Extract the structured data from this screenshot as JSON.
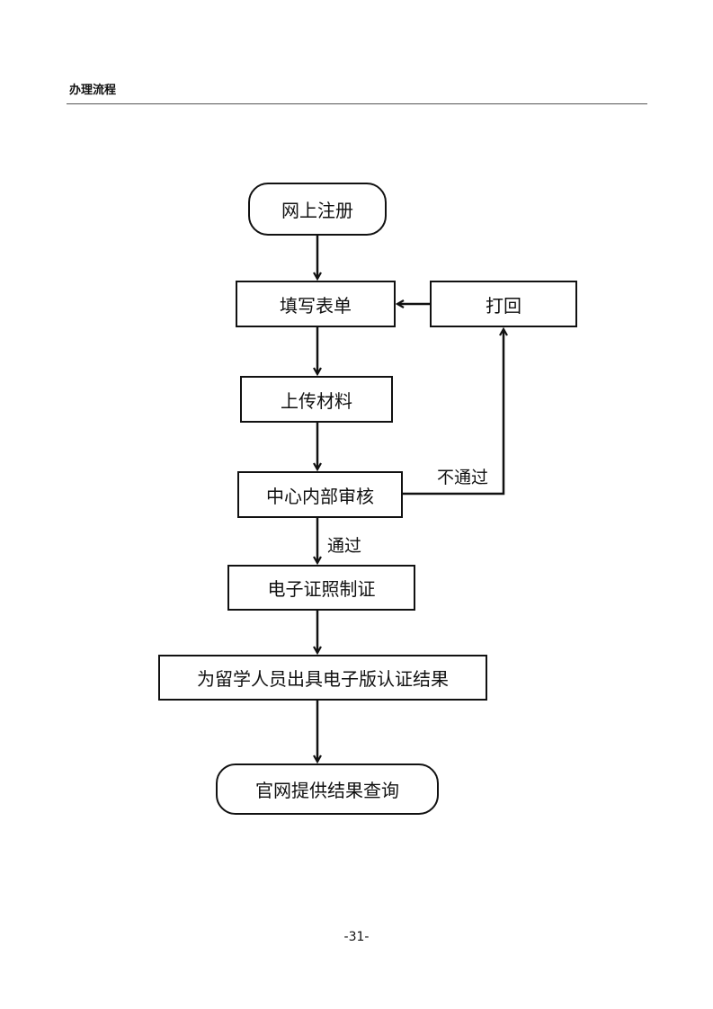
{
  "header": {
    "title": "办理流程"
  },
  "flowchart": {
    "nodes": {
      "register": "网上注册",
      "fill_form": "填写表单",
      "return": "打回",
      "upload": "上传材料",
      "review": "中心内部审核",
      "e_cert": "电子证照制证",
      "issue": "为留学人员出具电子版认证结果",
      "query": "官网提供结果查询"
    },
    "edge_labels": {
      "fail": "不通过",
      "pass": "通过"
    }
  },
  "footer": {
    "page_number": "-31-"
  }
}
